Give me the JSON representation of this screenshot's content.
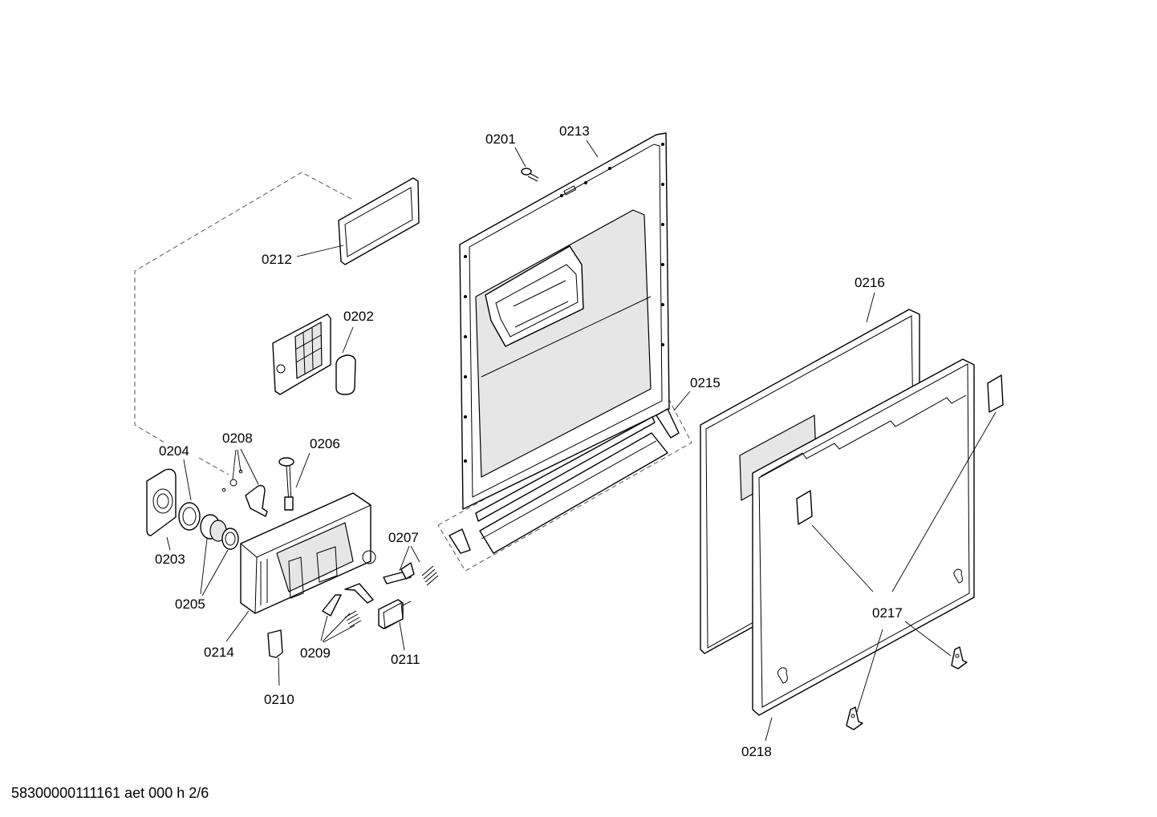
{
  "footer": {
    "text": "58300000111161 aet 000 h 2/6"
  },
  "labels": {
    "p0201": "0201",
    "p0202": "0202",
    "p0203": "0203",
    "p0204": "0204",
    "p0205": "0205",
    "p0206": "0206",
    "p0207": "0207",
    "p0208": "0208",
    "p0209": "0209",
    "p0210": "0210",
    "p0211": "0211",
    "p0212": "0212",
    "p0213": "0213",
    "p0214": "0214",
    "p0215": "0215",
    "p0216": "0216",
    "p0217": "0217",
    "p0218": "0218"
  }
}
